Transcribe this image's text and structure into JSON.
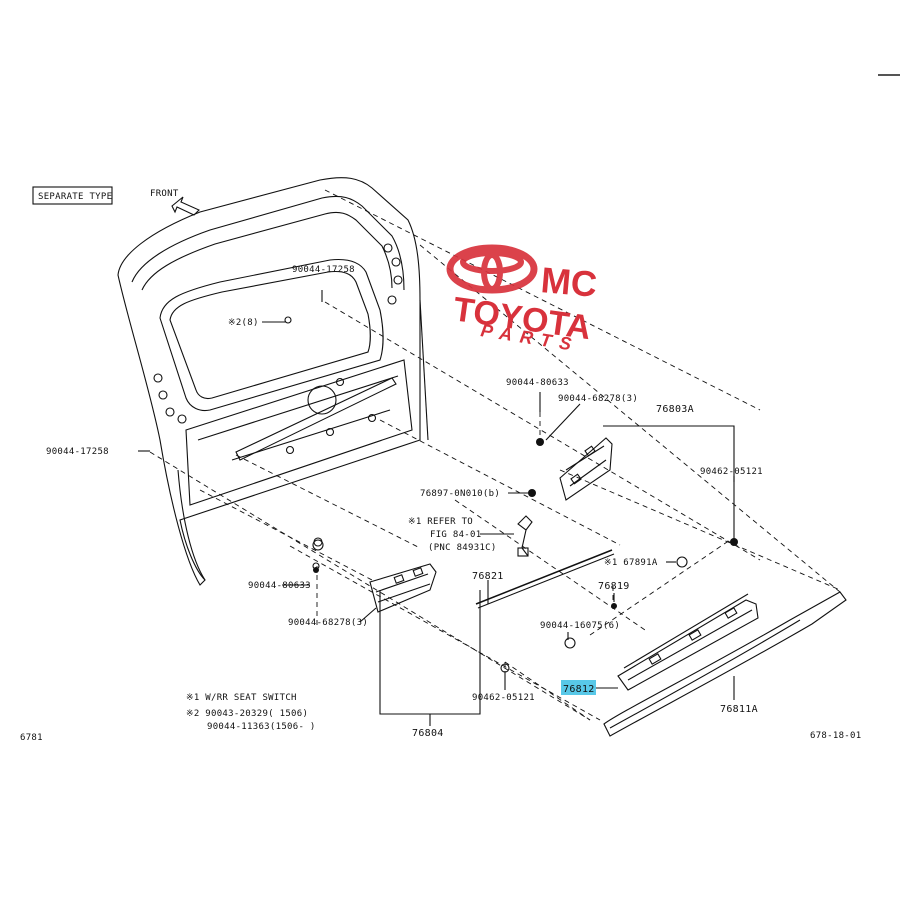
{
  "header": {
    "separate_type": "SEPARATE TYPE",
    "front": "FRONT"
  },
  "watermark": {
    "line1": "MC",
    "line2": "TOYOTA",
    "line3": "PARTS",
    "color": "#d8323c"
  },
  "highlight_color": "#58c8e8",
  "callouts": {
    "c_9004417258_top": "90044-17258",
    "c_note1_top": "※2(8)",
    "c_9004417258_left": "90044-17258",
    "c_9004480633_top": "90044-80633",
    "c_9004468278_top": "90044-68278(3)",
    "c_76803A": "76803A",
    "c_9046205121_right": "90462-05121",
    "c_76897": "76897-0N010(b)",
    "c_refer1": "※1 REFER TO",
    "c_refer2": "FIG 84-01",
    "c_refer3": "(PNC 84931C)",
    "c_76821": "76821",
    "c_67891A": "※1 67891A",
    "c_76819": "76819",
    "c_9004416075": "90044-16075(6)",
    "c_9004480633_bot": "90044-80633",
    "c_9004468278_bot": "90044-68278(3)",
    "c_76812": "76812",
    "c_9046205121_bot": "90462-05121",
    "c_76811A": "76811A",
    "c_76804": "76804"
  },
  "notes": {
    "n1": "※1 W/RR SEAT SWITCH",
    "n2": "※2 90043-20329(    1506)",
    "n3": "90044-11363(1506-    )"
  },
  "footer": {
    "left_code": "6781",
    "right_code": "678-18-01"
  }
}
